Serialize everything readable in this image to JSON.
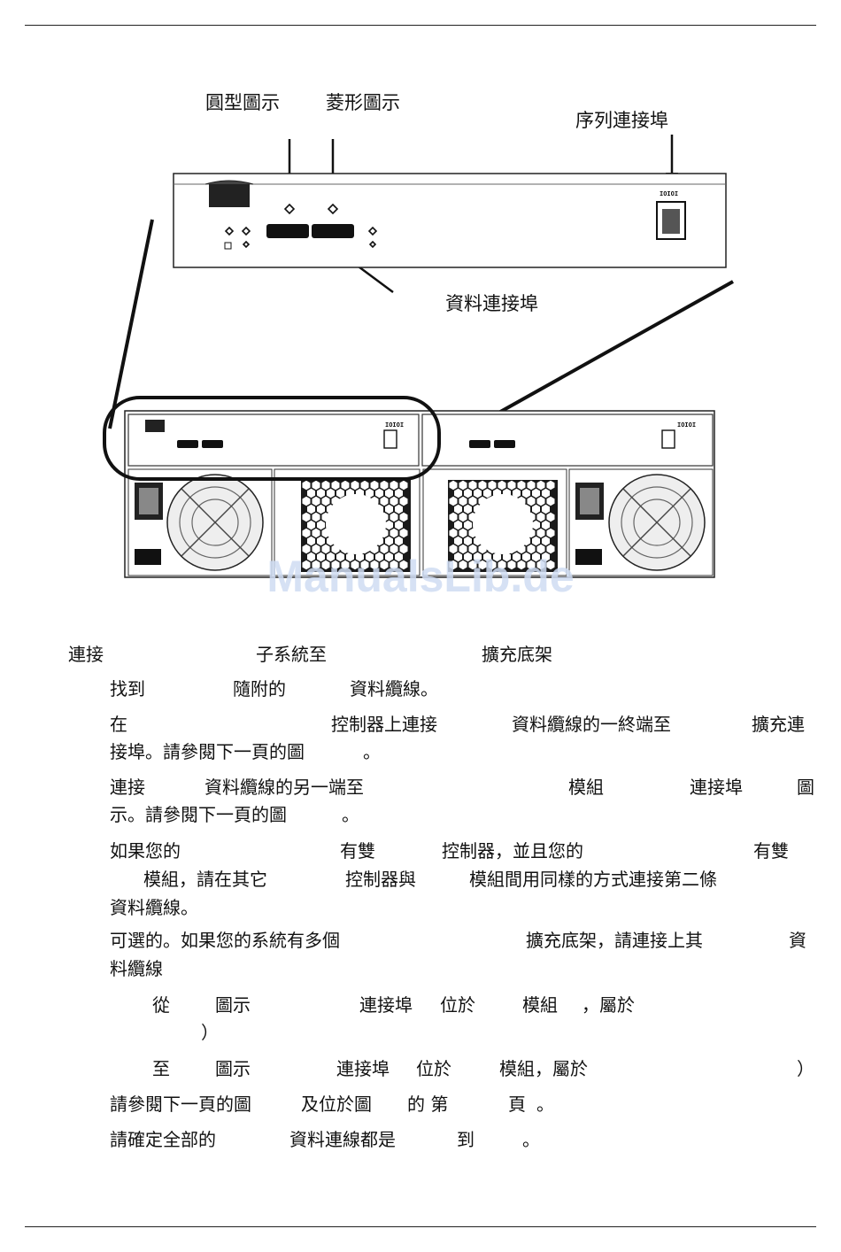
{
  "figure": {
    "labels": {
      "circle_icon": "圓型圖示",
      "diamond_icon": "菱形圖示",
      "serial_port": "序列連接埠",
      "data_port": "資料連接埠"
    },
    "port_marking": "IOIOI"
  },
  "watermark": "ManualsLib.de",
  "heading": {
    "p1": "連接",
    "p2": "子系統至",
    "p3": "擴充底架"
  },
  "steps": {
    "s1": {
      "a": "找到",
      "b": "隨附的",
      "c": "資料纜線。"
    },
    "s2": {
      "a": "在",
      "b": "控制器上連接",
      "c": "資料纜線的一終端至",
      "d": "擴充連",
      "e": "接埠。請參閱下一頁的圖",
      "f": "。"
    },
    "s3": {
      "a": "連接",
      "b": "資料纜線的另一端至",
      "c": "模組",
      "d": "連接埠",
      "e": "圖",
      "f": "示。請參閱下一頁的圖",
      "g": "。"
    },
    "s4": {
      "a": "如果您的",
      "b": "有雙",
      "c": "控制器，並且您的",
      "d": "有雙",
      "e": "模組，請在其它",
      "f": "控制器與",
      "g": "模組間用同樣的方式連接第二條",
      "h": "資料纜線。"
    },
    "s5": {
      "a": "可選的。如果您的系統有多個",
      "b": "擴充底架，請連接上其",
      "c": "資",
      "d": "料纜線"
    },
    "s5a": {
      "a": "從",
      "b": "圖示",
      "c": "連接埠",
      "d": "位於",
      "e": "模組",
      "f": "，屬於",
      "g": "）"
    },
    "s5b": {
      "a": "至",
      "b": "圖示",
      "c": "連接埠",
      "d": "位於",
      "e": "模組，屬於",
      "f": "）"
    },
    "s6": {
      "a": "請參閱下一頁的圖",
      "b": "及位於圖",
      "c": "的 第",
      "d": "頁",
      "e": "。"
    },
    "s7": {
      "a": "請確定全部的",
      "b": "資料連線都是",
      "c": "到",
      "d": "。"
    }
  }
}
